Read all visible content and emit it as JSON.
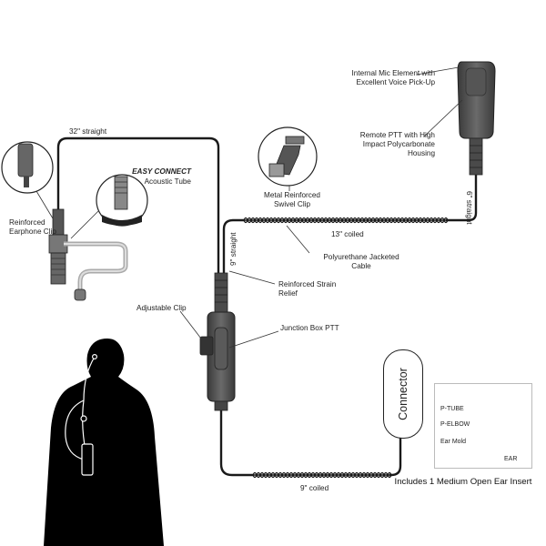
{
  "labels": {
    "internal_mic": "Internal Mic Element with Excellent Voice Pick-Up",
    "remote_ptt": "Remote PTT with High Impact Polycarbonate Housing",
    "six_straight": "6\" straight",
    "thirtytwo_straight": "32\" straight",
    "easy_connect": "EASY CONNECT",
    "acoustic_tube": "Acoustic Tube",
    "metal_clip": "Metal Reinforced Swivel Clip",
    "reinforced_clip": "Reinforced Earphone Clip",
    "thirteen_coiled": "13\" coiled",
    "nine_straight": "9\" straight",
    "poly_cable": "Polyurethane Jacketed Cable",
    "strain_relief": "Reinforced Strain Relief",
    "adjustable_clip": "Adjustable Clip",
    "junction_ptt": "Junction Box PTT",
    "connector": "Connector",
    "nine_coiled": "9\" coiled",
    "p_tube": "P-TUBE",
    "p_elbow": "P-ELBOW",
    "ear_mold": "Ear Mold",
    "ear": "EAR",
    "footer": "Includes 1 Medium Open Ear Insert"
  },
  "colors": {
    "cable": "#1a1a1a",
    "housing": "#4a4a4a",
    "silhouette": "#000000",
    "ear": "#c8c8c8"
  }
}
